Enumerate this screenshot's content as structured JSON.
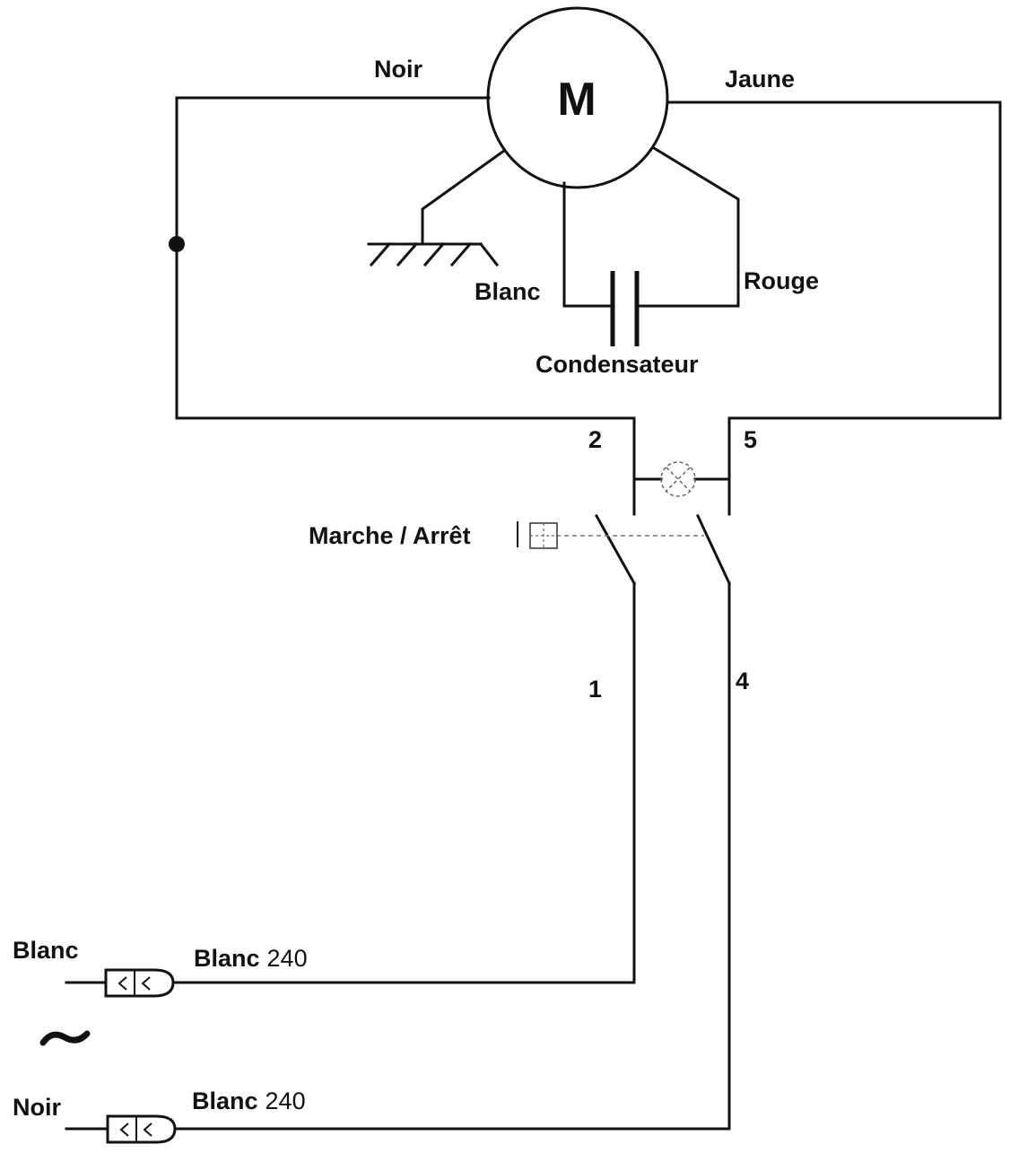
{
  "diagram": {
    "motor": {
      "symbol": "M"
    },
    "wires": {
      "noir": "Noir",
      "jaune": "Jaune",
      "blanc": "Blanc",
      "rouge": "Rouge"
    },
    "capacitor": {
      "label": "Condensateur"
    },
    "switch": {
      "label": "Marche / Arrêt",
      "terminals": {
        "t1": "1",
        "t2": "2",
        "t4": "4",
        "t5": "5"
      }
    },
    "supply": {
      "line1_label": "Blanc",
      "line2_label": "Noir",
      "ac_symbol": "~",
      "plug1": {
        "name": "Blanc",
        "voltage": "240"
      },
      "plug2": {
        "name": "Blanc",
        "voltage": "240"
      }
    }
  }
}
